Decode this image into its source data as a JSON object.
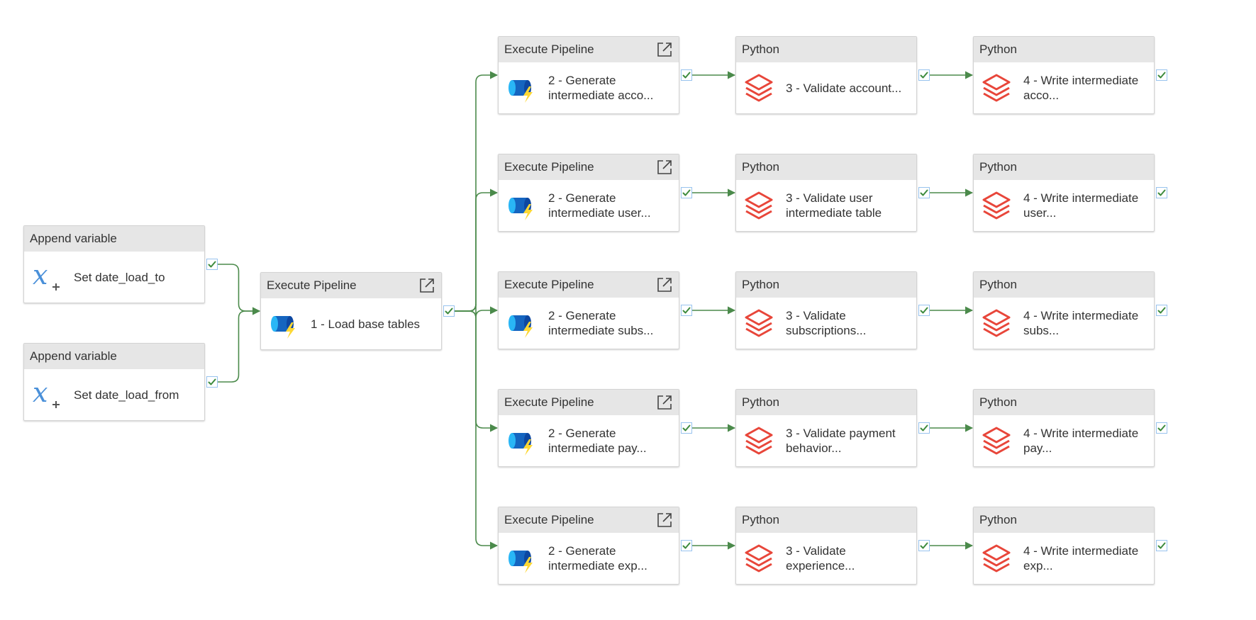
{
  "colors": {
    "edge": "#4b8a4b",
    "success_check": "#3d8b3d",
    "port_border": "#98c3ee",
    "header_bg": "#e6e6e6",
    "databricks_red": "#e8463a",
    "pipeline_blue": "#1565c0",
    "variable_blue": "#4a90d9"
  },
  "activities": [
    {
      "id": "append1",
      "type": "Append variable",
      "label": "Set date_load_to",
      "icon": "variable-icon",
      "open": false
    },
    {
      "id": "append2",
      "type": "Append variable",
      "label": "Set date_load_from",
      "icon": "variable-icon",
      "open": false
    },
    {
      "id": "exec1",
      "type": "Execute Pipeline",
      "label": "1 - Load base tables",
      "icon": "pipeline-icon",
      "open": true
    },
    {
      "id": "exec2a",
      "type": "Execute Pipeline",
      "label": "2 - Generate intermediate acco...",
      "icon": "pipeline-icon",
      "open": true
    },
    {
      "id": "exec2b",
      "type": "Execute Pipeline",
      "label": "2 - Generate intermediate user...",
      "icon": "pipeline-icon",
      "open": true
    },
    {
      "id": "exec2c",
      "type": "Execute Pipeline",
      "label": "2 - Generate intermediate subs...",
      "icon": "pipeline-icon",
      "open": true
    },
    {
      "id": "exec2d",
      "type": "Execute Pipeline",
      "label": "2 - Generate intermediate pay...",
      "icon": "pipeline-icon",
      "open": true
    },
    {
      "id": "exec2e",
      "type": "Execute Pipeline",
      "label": "2 - Generate intermediate exp...",
      "icon": "pipeline-icon",
      "open": true
    },
    {
      "id": "py3a",
      "type": "Python",
      "label": "3 - Validate account...",
      "icon": "databricks-icon",
      "open": false
    },
    {
      "id": "py3b",
      "type": "Python",
      "label": "3 - Validate user intermediate table",
      "icon": "databricks-icon",
      "open": false
    },
    {
      "id": "py3c",
      "type": "Python",
      "label": "3 - Validate subscriptions...",
      "icon": "databricks-icon",
      "open": false
    },
    {
      "id": "py3d",
      "type": "Python",
      "label": "3 - Validate payment behavior...",
      "icon": "databricks-icon",
      "open": false
    },
    {
      "id": "py3e",
      "type": "Python",
      "label": "3 - Validate experience...",
      "icon": "databricks-icon",
      "open": false
    },
    {
      "id": "py4a",
      "type": "Python",
      "label": "4 - Write intermediate acco...",
      "icon": "databricks-icon",
      "open": false
    },
    {
      "id": "py4b",
      "type": "Python",
      "label": "4 - Write intermediate user...",
      "icon": "databricks-icon",
      "open": false
    },
    {
      "id": "py4c",
      "type": "Python",
      "label": "4 - Write intermediate subs...",
      "icon": "databricks-icon",
      "open": false
    },
    {
      "id": "py4d",
      "type": "Python",
      "label": "4 - Write intermediate pay...",
      "icon": "databricks-icon",
      "open": false
    },
    {
      "id": "py4e",
      "type": "Python",
      "label": "4 - Write intermediate exp...",
      "icon": "databricks-icon",
      "open": false
    }
  ],
  "connections": [
    [
      "append1",
      "exec1"
    ],
    [
      "append2",
      "exec1"
    ],
    [
      "exec1",
      "exec2a"
    ],
    [
      "exec1",
      "exec2b"
    ],
    [
      "exec1",
      "exec2c"
    ],
    [
      "exec1",
      "exec2d"
    ],
    [
      "exec1",
      "exec2e"
    ],
    [
      "exec2a",
      "py3a"
    ],
    [
      "exec2b",
      "py3b"
    ],
    [
      "exec2c",
      "py3c"
    ],
    [
      "exec2d",
      "py3d"
    ],
    [
      "exec2e",
      "py3e"
    ],
    [
      "py3a",
      "py4a"
    ],
    [
      "py3b",
      "py4b"
    ],
    [
      "py3c",
      "py4c"
    ],
    [
      "py3d",
      "py4d"
    ],
    [
      "py3e",
      "py4e"
    ]
  ]
}
